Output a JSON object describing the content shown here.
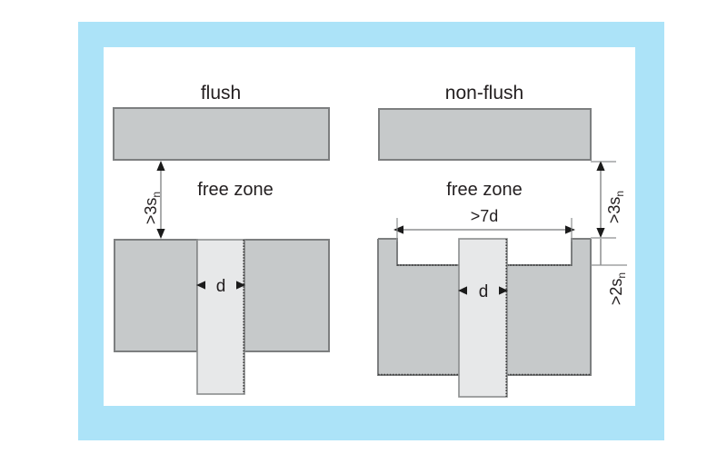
{
  "figure": {
    "kind": "technical-diagram",
    "description": "Mounting clearance requirements for flush and non-flush inductive sensors",
    "colors": {
      "frame_blue": "#ace3f8",
      "canvas_white": "#ffffff",
      "block_gray": "#c6c9ca",
      "block_outline": "#7d7f80",
      "pin_light": "#e7e8e9",
      "pin_outline": "#8b8d8e",
      "dimension_line": "#8d8f90",
      "text": "#231f20"
    }
  },
  "panels": [
    {
      "id": "flush",
      "title": "flush",
      "free_zone_label": "free zone",
      "vertical_clearance": {
        "text": ">3s",
        "subscript": "n",
        "full": ">3sₙ"
      },
      "diameter_label": "d",
      "recess_depth": null,
      "lateral_clearance": null
    },
    {
      "id": "non-flush",
      "title": "non-flush",
      "free_zone_label": "free zone",
      "vertical_clearance": {
        "text": ">3s",
        "subscript": "n",
        "full": ">3sₙ"
      },
      "diameter_label": "d",
      "recess_depth": {
        "text": ">2s",
        "subscript": "n",
        "full": ">2sₙ"
      },
      "lateral_clearance": {
        "text": ">7d",
        "subscript": "",
        "full": ">7d"
      }
    }
  ],
  "labels": {
    "flush_title": "flush",
    "nonflush_title": "non-flush",
    "free_zone_left": "free zone",
    "free_zone_right": "free zone",
    "gap_left_main": ">3s",
    "gap_left_sub": "n",
    "gap_right_main": ">3s",
    "gap_right_sub": "n",
    "depth_main": ">2s",
    "depth_sub": "n",
    "width_label": ">7d",
    "diameter_left": "d",
    "diameter_right": "d"
  }
}
